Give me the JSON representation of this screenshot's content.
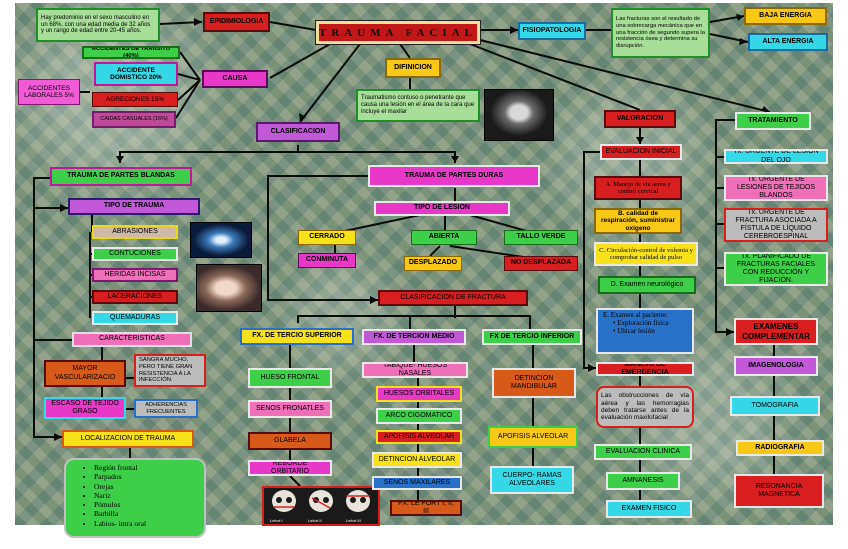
{
  "title": "TRAUMA FACIAL",
  "epidemiologia": {
    "label": "EPIDIMIOLOGIA",
    "desc": "Hay predominio en el sexo masculino en un 68%, con una edad media de 32 años y un rango de edad entre 20-45 años."
  },
  "fisiopatologia": {
    "label": "FISIOPATOLOGIA",
    "desc": "Las fracturas son el resultado de una sobrecarga mecánica que en una fracción de segundo supera la resistencia ósea y determina su disrupción.",
    "energia": [
      "BAJA ENERGIA",
      "ALTA ENERGIA"
    ]
  },
  "causa": {
    "label": "CAUSA",
    "items": [
      "ACCIDENTES DE TRANSITO (40%)",
      "ACCIDENTE DOMISTICO 20%",
      "AGRECIONES 15%",
      "CAIDAS CASUALES (16%)"
    ],
    "laborales": "ACCIDENTES LABORALES 5%"
  },
  "definicion": {
    "label": "DIFINICION",
    "desc": "Traumatismo contuso o penetrante que causa una lesión en el área de la cara que incluye el maxilar"
  },
  "clasificacion": {
    "label": "CLASIFICACION"
  },
  "blandas": {
    "label": "TRAUMA DE PARTES BLANDAS",
    "tipo": "TIPO DE TRAUMA",
    "tipos": [
      "ABRASIONES",
      "CONTUCIONES",
      "HERIDAS INCISAS",
      "LACERACIONES",
      "QUEMADURAS"
    ],
    "caracteristicas": "CARACTERISTICAS",
    "vascular": "MAYOR VASCULARIZACIO",
    "vascular_desc": "SANGRA MUCHO, PERO TIENE GRAN RESISTENCIA A LA INFECCIÓN.",
    "escaso": "ESCASO DE TEJIDO GRASO",
    "adherencias": "ADHERENCIAS FRECUENTES",
    "localizacion": "LOCALIZACION DE TRAUMA",
    "zonas": [
      "Región frontal",
      "Parpados",
      "Orejas",
      "Nariz",
      "Pómulos",
      "Barbilla",
      "Labios- intra oral"
    ]
  },
  "duras": {
    "label": "TRAUMA DE PARTES DURAS",
    "tipo_lesion": "TIPO DE LESION",
    "lesiones": [
      "CERRADO",
      "ABIERTA",
      "TALLO VERDE",
      "CONMINUTA",
      "DESPLAZADO",
      "NO DESPLAZADA"
    ],
    "clasificacion_fractura": "CLASIFICACION DE FRACTURA",
    "superior": {
      "label": "FX. DE TERCIO SUPERIOR",
      "items": [
        "HUESO FRONTAL",
        "SENOS FRONATLES",
        "GLABELA",
        "REBORDE ORBITARIO"
      ]
    },
    "medio": {
      "label": "FX. DE TERCION MEDIO",
      "items": [
        "TABIQUE- HUESOS NASALES",
        "HUESOS ORBITALES",
        "ARCO CIGOMATICO",
        "APOFISIS ALVEOLAR",
        "DETINCION ALVEOLAR",
        "SENOS MAXILARES",
        "FX. LE FORT I, II, III"
      ]
    },
    "inferior": {
      "label": "FX DE TERCIO INFERIOR",
      "items": [
        "DETINCION MANDIBULAR",
        "APOFISIS ALVEOLAR",
        "CUERPO- RAMAS ALVEOLARES"
      ]
    }
  },
  "valoracion": {
    "label": "VALORACION",
    "inicial": "EVALUACION INICIAL",
    "steps": [
      "A. Manejo de via aerea y control cervical",
      "B. calidad de respiración, suministrar oxigeno",
      "C. Circulación-control de volemia y comprobar calidad de pulso",
      "D. Examen neurológico",
      "E. Examen al paciente:"
    ],
    "e_items": [
      "Exploración física",
      "Ubicar lesión"
    ],
    "emergencia": "MANEJO DE EMERGENCIA",
    "emergencia_desc": "Las obstrucciones de vía aérea y las hemorragias deben tratarse antes de la evaluación maxilofacial",
    "clinica": "EVALUACION CLINICA",
    "clinica_items": [
      "AMNANESIS",
      "EXAMEN FISICO"
    ]
  },
  "tratamiento": {
    "label": "TRATAMIENTO",
    "items": [
      "Tx. URGENTE DE LESIÓN DEL OJO",
      "Tx. URGENTE DE LESIONES DE TEJIDOS BLANDOS",
      "Tx. URGENTE DE FRACTURA ASOCIADA A FÍSTULA DE LÍQUIDO CEREBROESPINAL",
      "Tx. PLANIFICADO DE FRACTURAS FACIALES CON REDUCCIÓN Y FIJACIÓN."
    ]
  },
  "examenes": {
    "label": "EXAMENES COMPLEMENTAR",
    "items": [
      "IMAGENOLOGIA",
      "TOMOGRAFIA",
      "RADIOGRAFIA",
      "RESONANCIA MAGNETICA"
    ]
  },
  "skull_labels": [
    "Lefort I",
    "Lefort II",
    "Lefort III"
  ],
  "colors": {
    "red": "#d81e1e",
    "green": "#3ecf4a",
    "yellow": "#f7e11a",
    "cyan": "#35d8e6",
    "magenta": "#e838c8",
    "blue": "#2870c8",
    "pink": "#f070b8"
  }
}
